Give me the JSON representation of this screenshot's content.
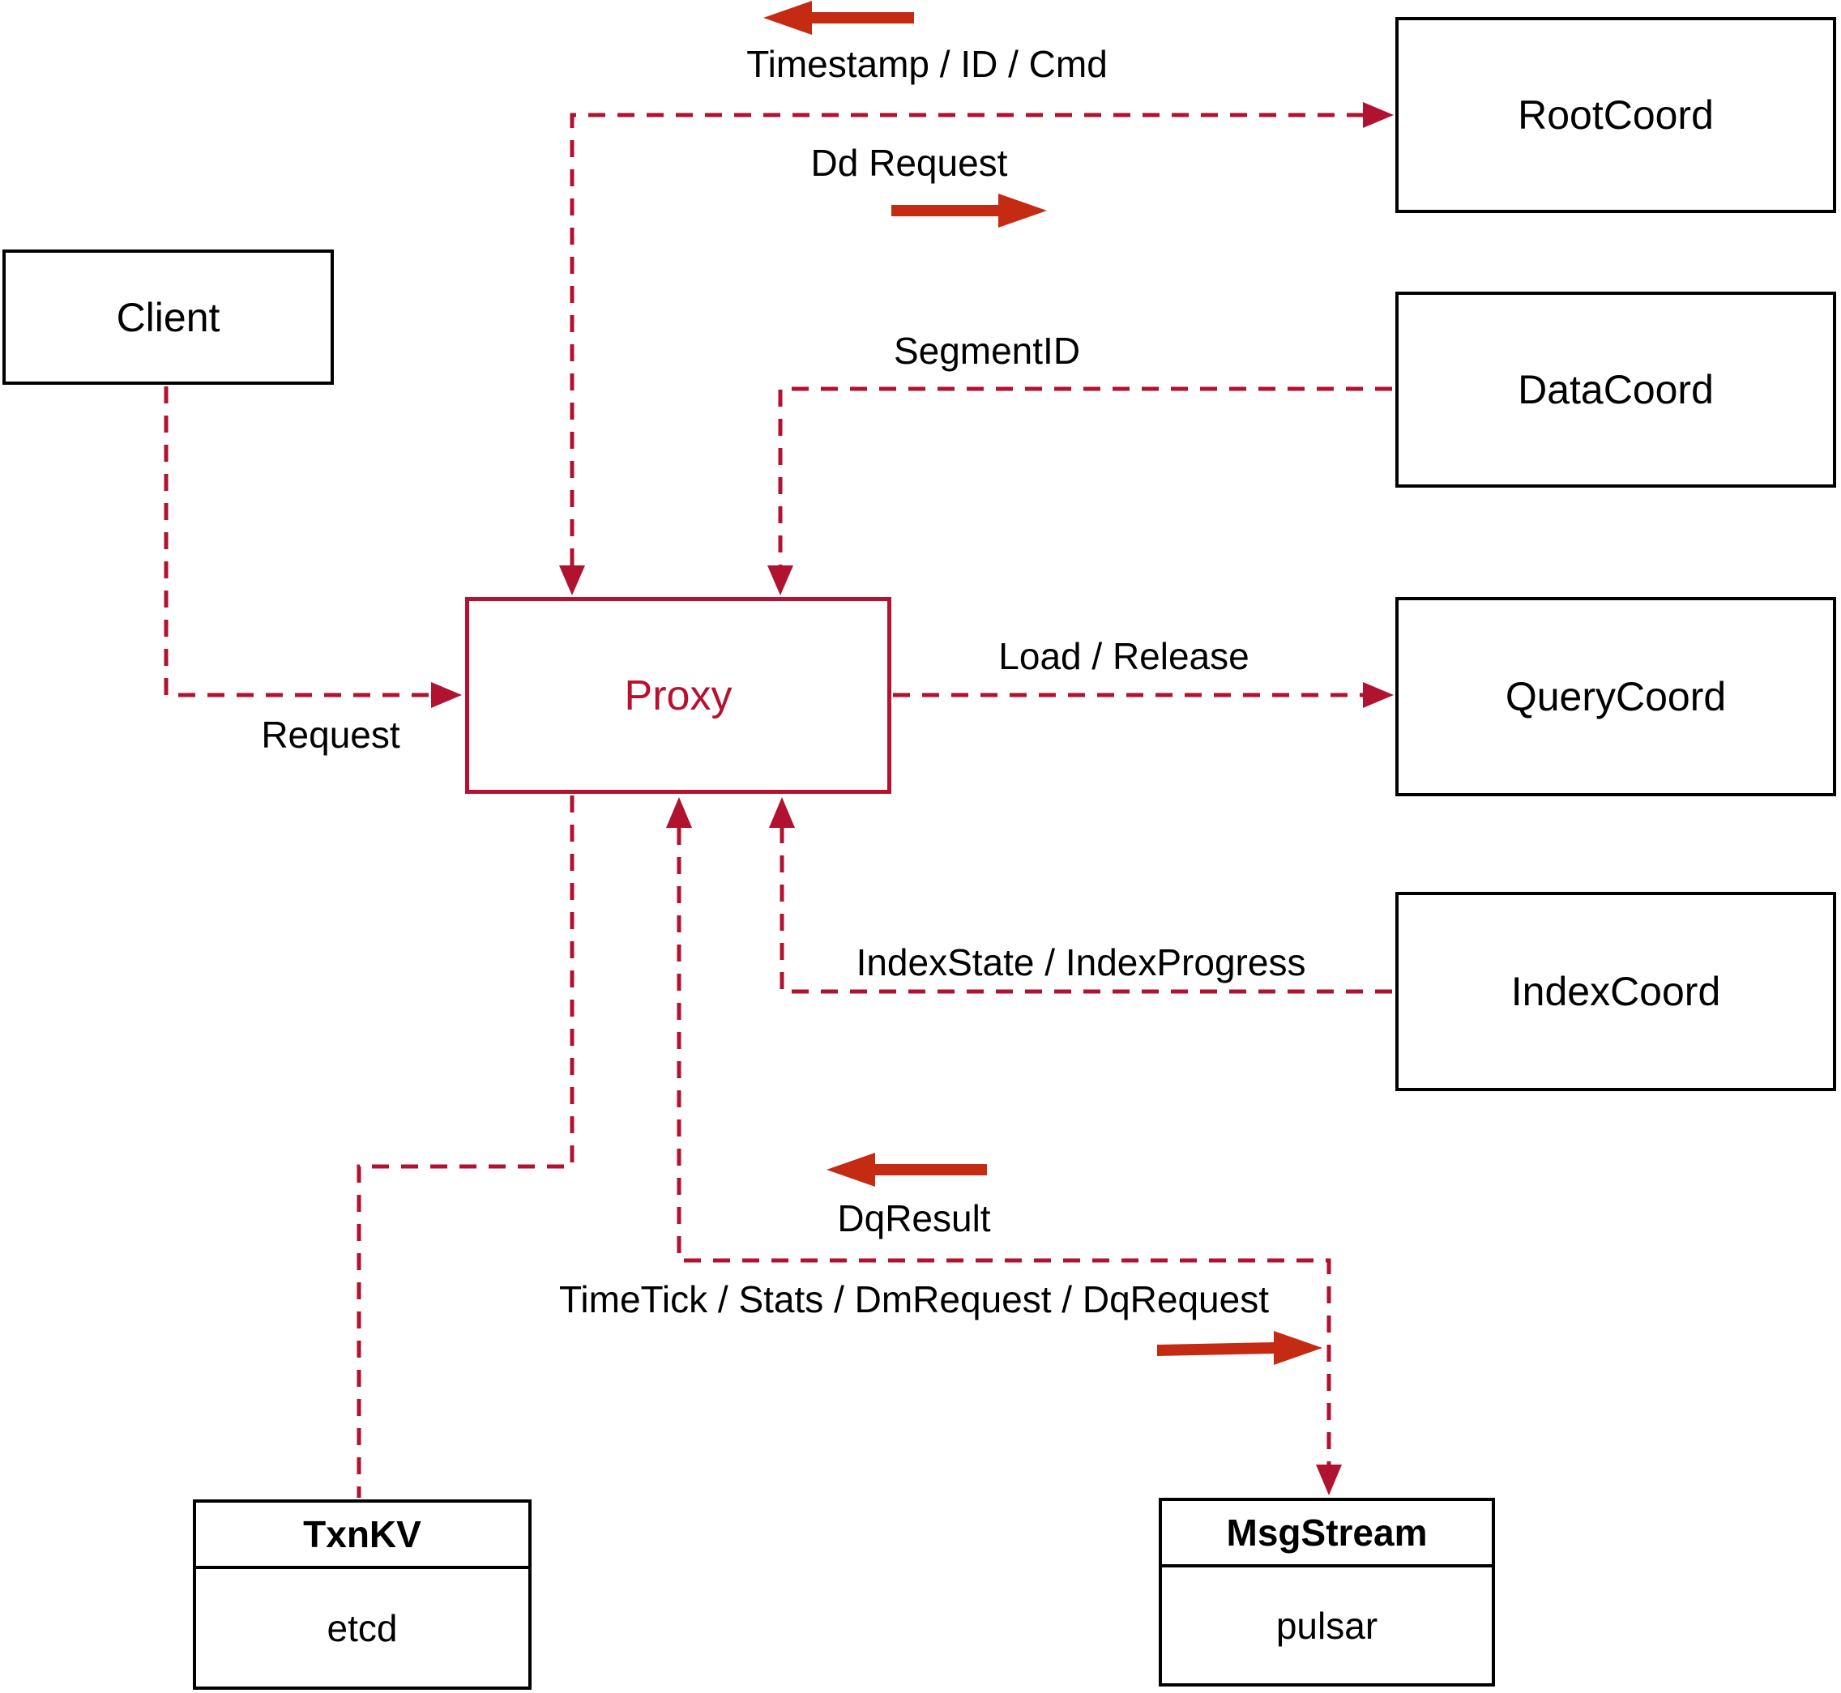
{
  "colors": {
    "box_border": "#000000",
    "box_text": "#000000",
    "dashed_line": "#b0122f",
    "proxy": "#b8102f",
    "solid_arrow": "#c52a12"
  },
  "nodes": {
    "client": {
      "label": "Client"
    },
    "proxy": {
      "label": "Proxy"
    },
    "root_coord": {
      "label": "RootCoord"
    },
    "data_coord": {
      "label": "DataCoord"
    },
    "query_coord": {
      "label": "QueryCoord"
    },
    "index_coord": {
      "label": "IndexCoord"
    },
    "txn_kv": {
      "title": "TxnKV",
      "impl": "etcd"
    },
    "msg_stream": {
      "title": "MsgStream",
      "impl": "pulsar"
    }
  },
  "edge_labels": {
    "timestamp": "Timestamp / ID / Cmd",
    "dd_request": "Dd Request",
    "segment_id": "SegmentID",
    "request": "Request",
    "load_release": "Load / Release",
    "index_state": "IndexState / IndexProgress",
    "dq_result": "DqResult",
    "time_tick": "TimeTick / Stats / DmRequest / DqRequest"
  }
}
